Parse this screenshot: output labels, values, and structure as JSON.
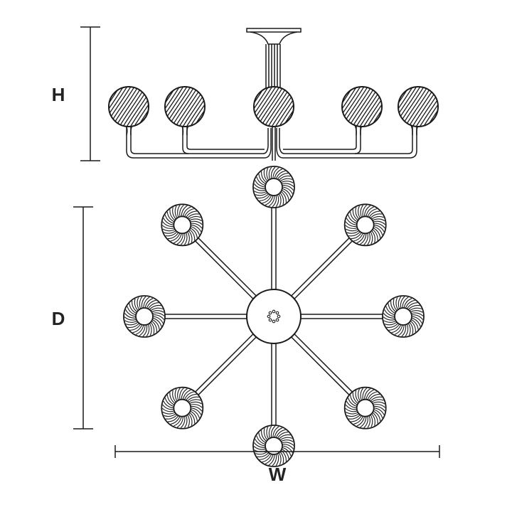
{
  "dimensions": {
    "height_label": "H",
    "depth_label": "D",
    "width_label": "W"
  },
  "views": {
    "side": {
      "globe_count": 5
    },
    "top": {
      "arm_count": 8
    }
  },
  "colors": {
    "line": "#1a1a1a",
    "background": "#ffffff"
  }
}
